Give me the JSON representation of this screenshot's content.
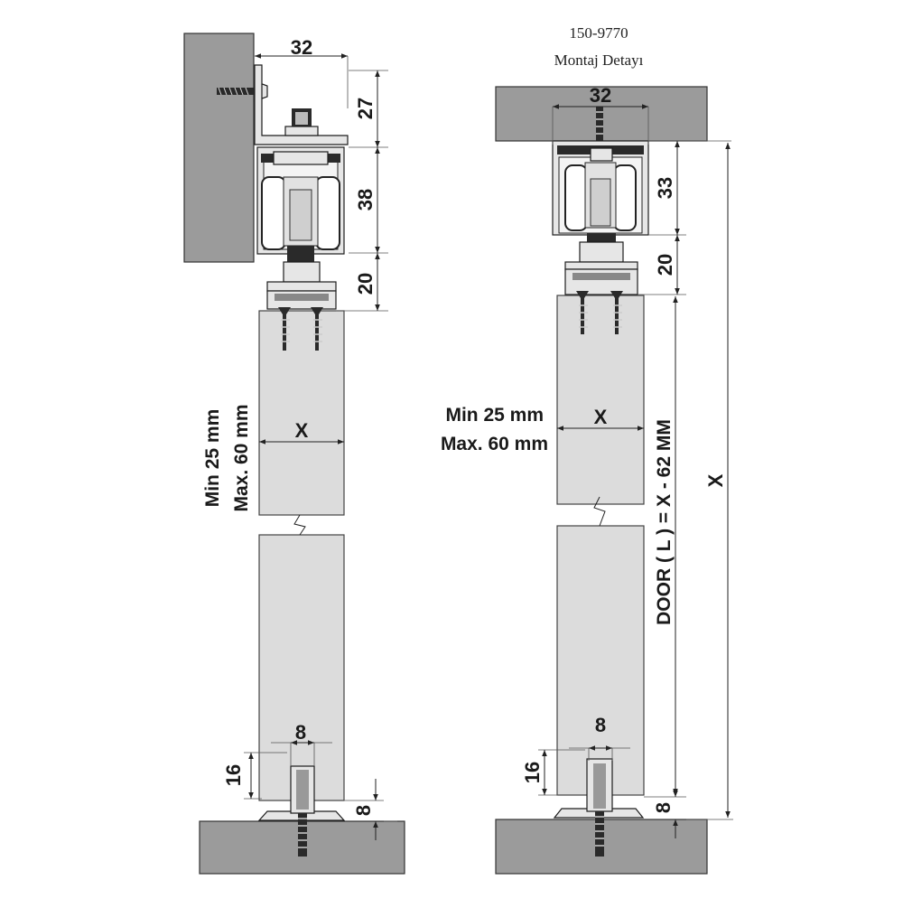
{
  "header": {
    "code": "150-9770",
    "subtitle": "Montaj Detayı"
  },
  "left_view": {
    "dim_width_top": "32",
    "dim_bracket_height": "27",
    "dim_track_height": "38",
    "dim_hanger_height": "20",
    "door_thickness_min": "Min 25 mm",
    "door_thickness_max": "Max. 60 mm",
    "door_thickness_symbol": "X",
    "dim_guide_width": "8",
    "dim_guide_depth": "16",
    "dim_floor_gap": "8"
  },
  "right_view": {
    "dim_width_top": "32",
    "dim_track_height": "33",
    "dim_hanger_height": "20",
    "door_thickness_min": "Min 25 mm",
    "door_thickness_max": "Max. 60 mm",
    "door_thickness_symbol": "X",
    "door_height_formula": "DOOR ( L ) = X - 62 MM",
    "total_height_symbol": "X",
    "dim_guide_width": "8",
    "dim_guide_depth": "16",
    "dim_floor_gap": "8"
  }
}
